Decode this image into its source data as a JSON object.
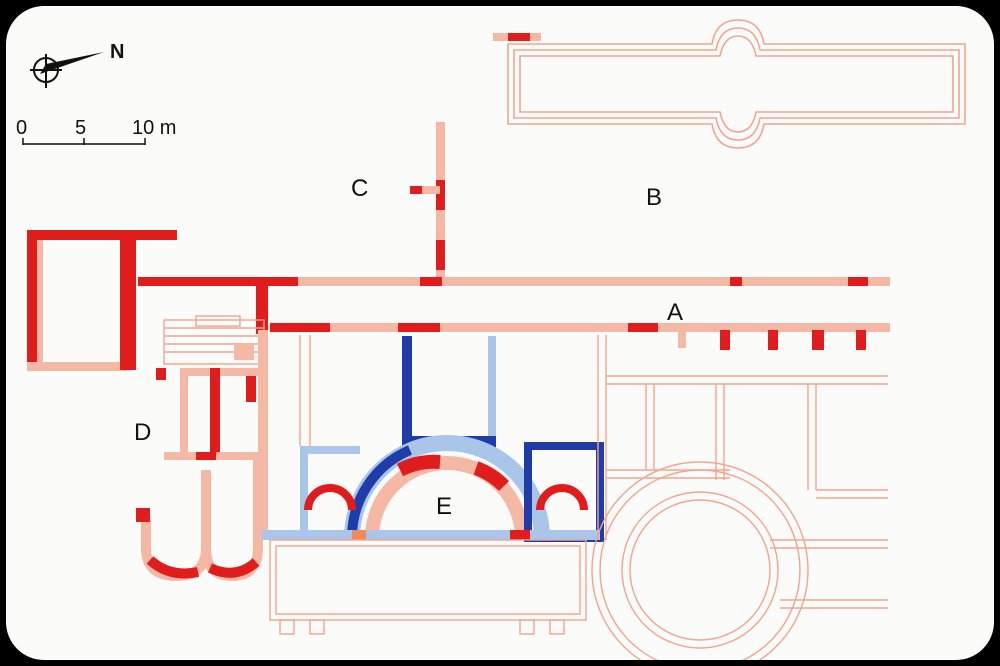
{
  "labels": {
    "a": "A",
    "b": "B",
    "c": "C",
    "d": "D",
    "e": "E"
  },
  "north_arrow": {
    "label": "N"
  },
  "scale_bar": {
    "tick_0": "0",
    "tick_5": "5",
    "tick_10": "10 m"
  },
  "colors": {
    "salmon": "#f4b8a4",
    "red": "#e11c1c",
    "blue": "#1f3ca8",
    "light_blue": "#a9c6ea",
    "orange": "#f08a5d"
  }
}
